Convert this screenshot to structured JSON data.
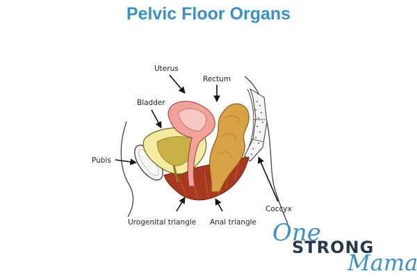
{
  "title": "Pelvic Floor Organs",
  "labels": {
    "uterus": "Uterus",
    "rectum": "Rectum",
    "bladder": "Bladder",
    "pubis": "Pubis",
    "coccyx": "Coccyx",
    "urogenital_triangle": "Urogenital triangle",
    "anal_triangle": "Anal triangle"
  },
  "logo": {
    "line1": "One",
    "line2": "STRONG",
    "line3": "Mama"
  },
  "colors": {
    "title": "#3a8fc4",
    "bladder": "#f3eba0",
    "bladder_inner": "#c9b245",
    "uterus": "#f2a29a",
    "rectum": "#d9a246",
    "muscle": "#a8381f",
    "logo_blue": "#3a8fc4",
    "logo_dark": "#27394a"
  }
}
